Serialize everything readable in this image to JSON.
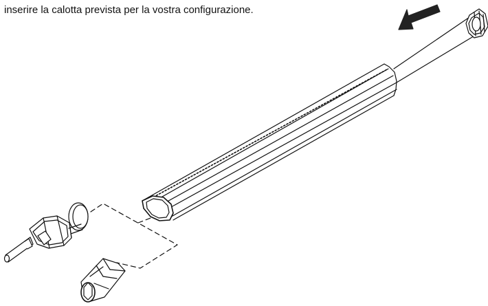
{
  "instruction": {
    "text": "inserire la calotta prevista per la vostra configurazione."
  },
  "illustration": {
    "parts": [
      "winding-tube",
      "tubular-motor-head",
      "insertion-arrow",
      "adapter-crown",
      "end-cap-axle",
      "end-cap-socket"
    ]
  },
  "colors": {
    "line": "#111111",
    "background": "#ffffff",
    "arrow": "#222222"
  }
}
